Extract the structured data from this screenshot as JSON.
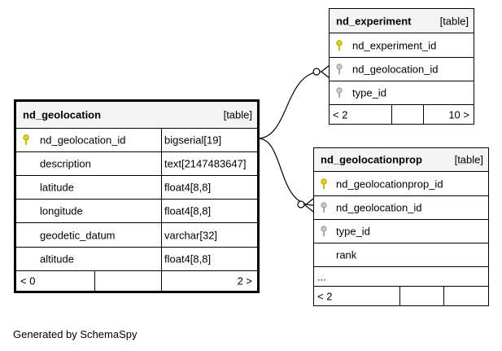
{
  "tables": {
    "geolocation": {
      "name": "nd_geolocation",
      "kind": "[table]",
      "columns": [
        {
          "name": "nd_geolocation_id",
          "type": "bigserial[19]",
          "key": "primary"
        },
        {
          "name": "description",
          "type": "text[2147483647]",
          "key": "none"
        },
        {
          "name": "latitude",
          "type": "float4[8,8]",
          "key": "none"
        },
        {
          "name": "longitude",
          "type": "float4[8,8]",
          "key": "none"
        },
        {
          "name": "geodetic_datum",
          "type": "varchar[32]",
          "key": "none"
        },
        {
          "name": "altitude",
          "type": "float4[8,8]",
          "key": "none"
        }
      ],
      "footer": {
        "left": "< 0",
        "middle": "",
        "right": "2 >"
      }
    },
    "experiment": {
      "name": "nd_experiment",
      "kind": "[table]",
      "columns": [
        {
          "name": "nd_experiment_id",
          "key": "primary"
        },
        {
          "name": "nd_geolocation_id",
          "key": "foreign"
        },
        {
          "name": "type_id",
          "key": "foreign"
        }
      ],
      "footer": {
        "left": "< 2",
        "middle": "",
        "right": "10 >"
      }
    },
    "geolocationprop": {
      "name": "nd_geolocationprop",
      "kind": "[table]",
      "columns": [
        {
          "name": "nd_geolocationprop_id",
          "key": "primary"
        },
        {
          "name": "nd_geolocation_id",
          "key": "foreign"
        },
        {
          "name": "type_id",
          "key": "foreign"
        },
        {
          "name": "rank",
          "key": "none"
        }
      ],
      "more": "...",
      "footer": {
        "left": "< 2",
        "middle": "",
        "right": ""
      }
    }
  },
  "colors": {
    "primary_key": "#e8d400",
    "foreign_key": "#b4b4b4",
    "header_bg": "#f4f4f4"
  },
  "caption": "Generated by SchemaSpy"
}
